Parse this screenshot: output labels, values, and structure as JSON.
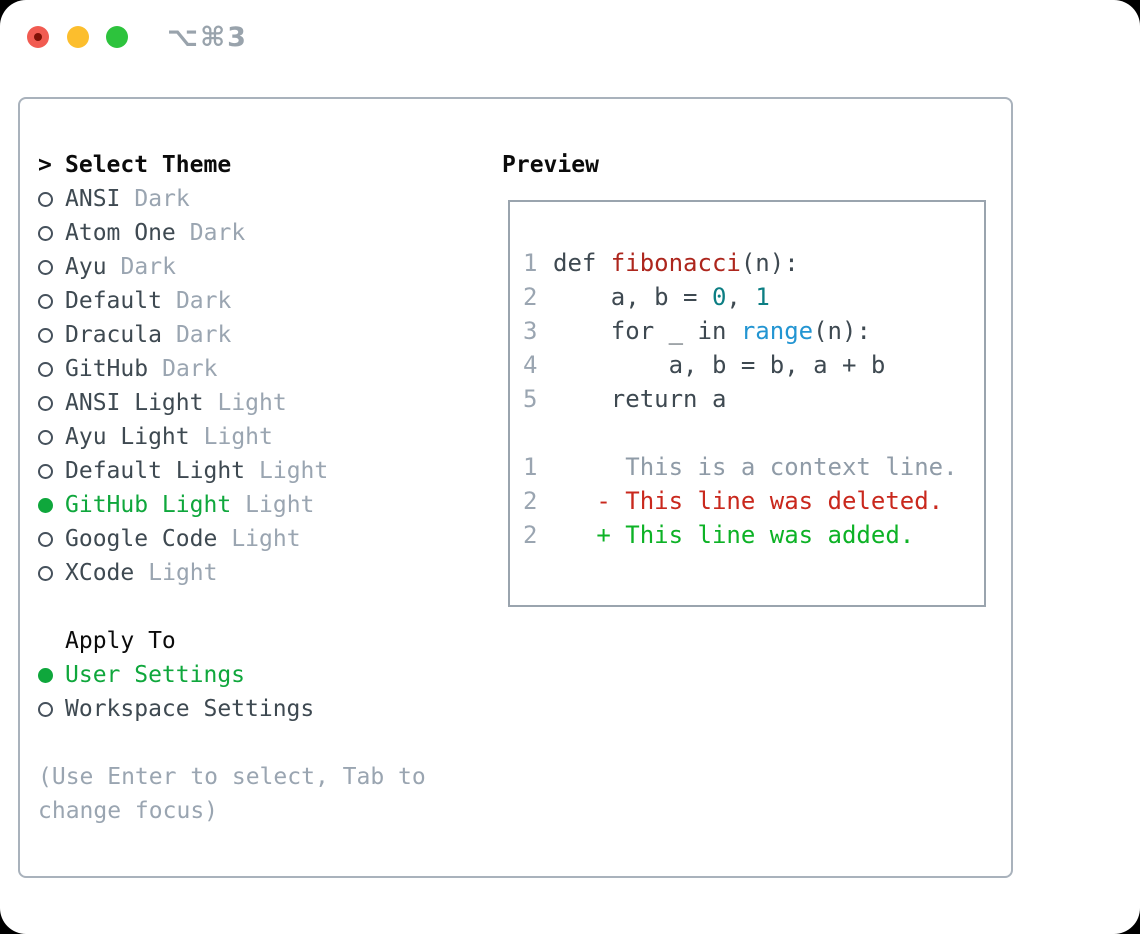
{
  "titlebar": {
    "shortcut": "⌥⌘3"
  },
  "colors": {
    "accent_green": "#0fa73c",
    "diff_added_green": "#0db226",
    "diff_deleted_red": "#c9281d",
    "function_red": "#ad261d",
    "number_teal": "#0c7e83",
    "call_blue": "#2395d2",
    "muted_gray": "#9aa5b1",
    "text_dark": "#3e4951",
    "border_gray": "#a9b2bc",
    "traffic_red": "#f15b51",
    "traffic_yellow": "#fcbe2d",
    "traffic_green": "#2dc33d"
  },
  "theme_picker": {
    "prompt": ">",
    "title": "Select Theme",
    "items": [
      {
        "name": "ANSI",
        "variant": "Dark",
        "selected": false
      },
      {
        "name": "Atom One",
        "variant": "Dark",
        "selected": false
      },
      {
        "name": "Ayu",
        "variant": "Dark",
        "selected": false
      },
      {
        "name": "Default",
        "variant": "Dark",
        "selected": false
      },
      {
        "name": "Dracula",
        "variant": "Dark",
        "selected": false
      },
      {
        "name": "GitHub",
        "variant": "Dark",
        "selected": false
      },
      {
        "name": "ANSI Light",
        "variant": "Light",
        "selected": false
      },
      {
        "name": "Ayu Light",
        "variant": "Light",
        "selected": false
      },
      {
        "name": "Default Light",
        "variant": "Light",
        "selected": false
      },
      {
        "name": "GitHub Light",
        "variant": "Light",
        "selected": true
      },
      {
        "name": "Google Code",
        "variant": "Light",
        "selected": false
      },
      {
        "name": "XCode",
        "variant": "Light",
        "selected": false
      }
    ],
    "apply_to": {
      "title": "Apply To",
      "options": [
        {
          "label": "User Settings",
          "selected": true
        },
        {
          "label": "Workspace Settings",
          "selected": false
        }
      ]
    },
    "hint_lines": [
      "(Use Enter to select, Tab to",
      "change focus)"
    ]
  },
  "preview": {
    "title": "Preview",
    "lines": [
      {
        "ln": "1",
        "segs": [
          {
            "t": "def ",
            "c": "code"
          },
          {
            "t": "fibonacci",
            "c": "fn"
          },
          {
            "t": "(n):",
            "c": "code"
          }
        ]
      },
      {
        "ln": "2",
        "segs": [
          {
            "t": "    a, b = ",
            "c": "code"
          },
          {
            "t": "0",
            "c": "num"
          },
          {
            "t": ", ",
            "c": "code"
          },
          {
            "t": "1",
            "c": "num"
          }
        ]
      },
      {
        "ln": "3",
        "segs": [
          {
            "t": "    for _ in ",
            "c": "code"
          },
          {
            "t": "range",
            "c": "call"
          },
          {
            "t": "(n):",
            "c": "code"
          }
        ]
      },
      {
        "ln": "4",
        "segs": [
          {
            "t": "        a, b = b, a + b",
            "c": "code"
          }
        ]
      },
      {
        "ln": "5",
        "segs": [
          {
            "t": "    return a",
            "c": "code"
          }
        ]
      },
      {
        "ln": "",
        "segs": []
      },
      {
        "ln": "1",
        "segs": [
          {
            "t": "     This is a context line.",
            "c": "ctx"
          }
        ]
      },
      {
        "ln": "2",
        "segs": [
          {
            "t": "   - This line was deleted.",
            "c": "del"
          }
        ]
      },
      {
        "ln": "2",
        "segs": [
          {
            "t": "   + This line was added.",
            "c": "add"
          }
        ]
      }
    ]
  }
}
